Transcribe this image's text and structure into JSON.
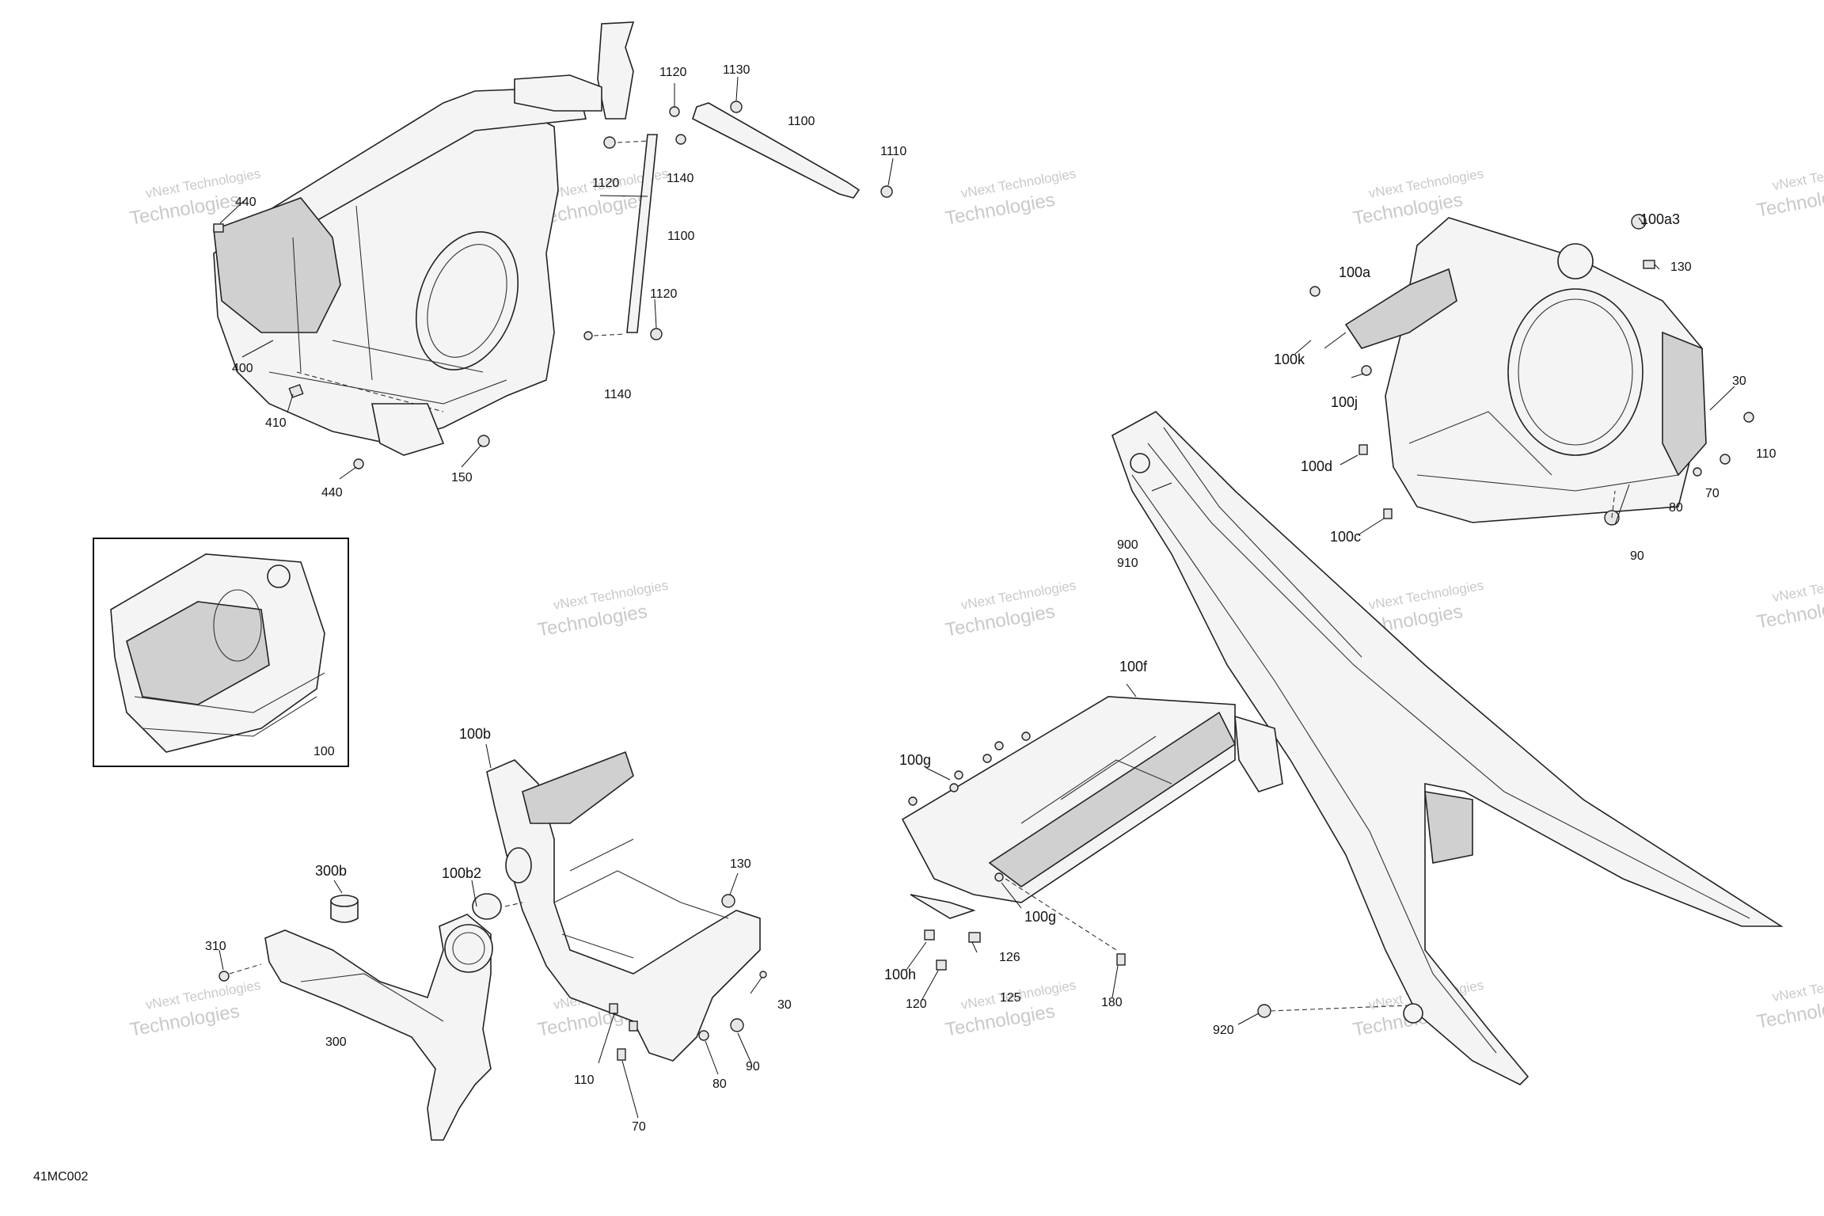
{
  "diagram_code": "41MC002",
  "watermark": {
    "line1": "vNext Technologies",
    "line2": "Technologies",
    "corner": "vNext"
  },
  "callouts": [
    {
      "id": "c_1120a",
      "text": "1120"
    },
    {
      "id": "c_1130",
      "text": "1130"
    },
    {
      "id": "c_1100a",
      "text": "1100"
    },
    {
      "id": "c_1110",
      "text": "1110"
    },
    {
      "id": "c_440a",
      "text": "440"
    },
    {
      "id": "c_1120b",
      "text": "1120"
    },
    {
      "id": "c_1140a",
      "text": "1140"
    },
    {
      "id": "c_1100b",
      "text": "1100"
    },
    {
      "id": "c_1120c",
      "text": "1120"
    },
    {
      "id": "c_1140b",
      "text": "1140"
    },
    {
      "id": "c_400",
      "text": "400"
    },
    {
      "id": "c_410",
      "text": "410"
    },
    {
      "id": "c_150",
      "text": "150"
    },
    {
      "id": "c_440b",
      "text": "440"
    },
    {
      "id": "c_100",
      "text": "100"
    },
    {
      "id": "c_100a3",
      "text": "100a3"
    },
    {
      "id": "c_100a",
      "text": "100a"
    },
    {
      "id": "c_130a",
      "text": "130"
    },
    {
      "id": "c_100k",
      "text": "100k"
    },
    {
      "id": "c_100j",
      "text": "100j"
    },
    {
      "id": "c_30a",
      "text": "30"
    },
    {
      "id": "c_110a",
      "text": "110"
    },
    {
      "id": "c_100d",
      "text": "100d"
    },
    {
      "id": "c_80a",
      "text": "80"
    },
    {
      "id": "c_70a",
      "text": "70"
    },
    {
      "id": "c_100c",
      "text": "100c"
    },
    {
      "id": "c_90a",
      "text": "90"
    },
    {
      "id": "c_900",
      "text": "900"
    },
    {
      "id": "c_910",
      "text": "910"
    },
    {
      "id": "c_100f",
      "text": "100f"
    },
    {
      "id": "c_100g_a",
      "text": "100g"
    },
    {
      "id": "c_100g_b",
      "text": "100g"
    },
    {
      "id": "c_126",
      "text": "126"
    },
    {
      "id": "c_100h",
      "text": "100h"
    },
    {
      "id": "c_125",
      "text": "125"
    },
    {
      "id": "c_120",
      "text": "120"
    },
    {
      "id": "c_180",
      "text": "180"
    },
    {
      "id": "c_920",
      "text": "920"
    },
    {
      "id": "c_100b",
      "text": "100b"
    },
    {
      "id": "c_300b",
      "text": "300b"
    },
    {
      "id": "c_100b2",
      "text": "100b2"
    },
    {
      "id": "c_130b",
      "text": "130"
    },
    {
      "id": "c_310",
      "text": "310"
    },
    {
      "id": "c_300",
      "text": "300"
    },
    {
      "id": "c_30b",
      "text": "30"
    },
    {
      "id": "c_110b",
      "text": "110"
    },
    {
      "id": "c_90b",
      "text": "90"
    },
    {
      "id": "c_80b",
      "text": "80"
    },
    {
      "id": "c_70b",
      "text": "70"
    }
  ]
}
